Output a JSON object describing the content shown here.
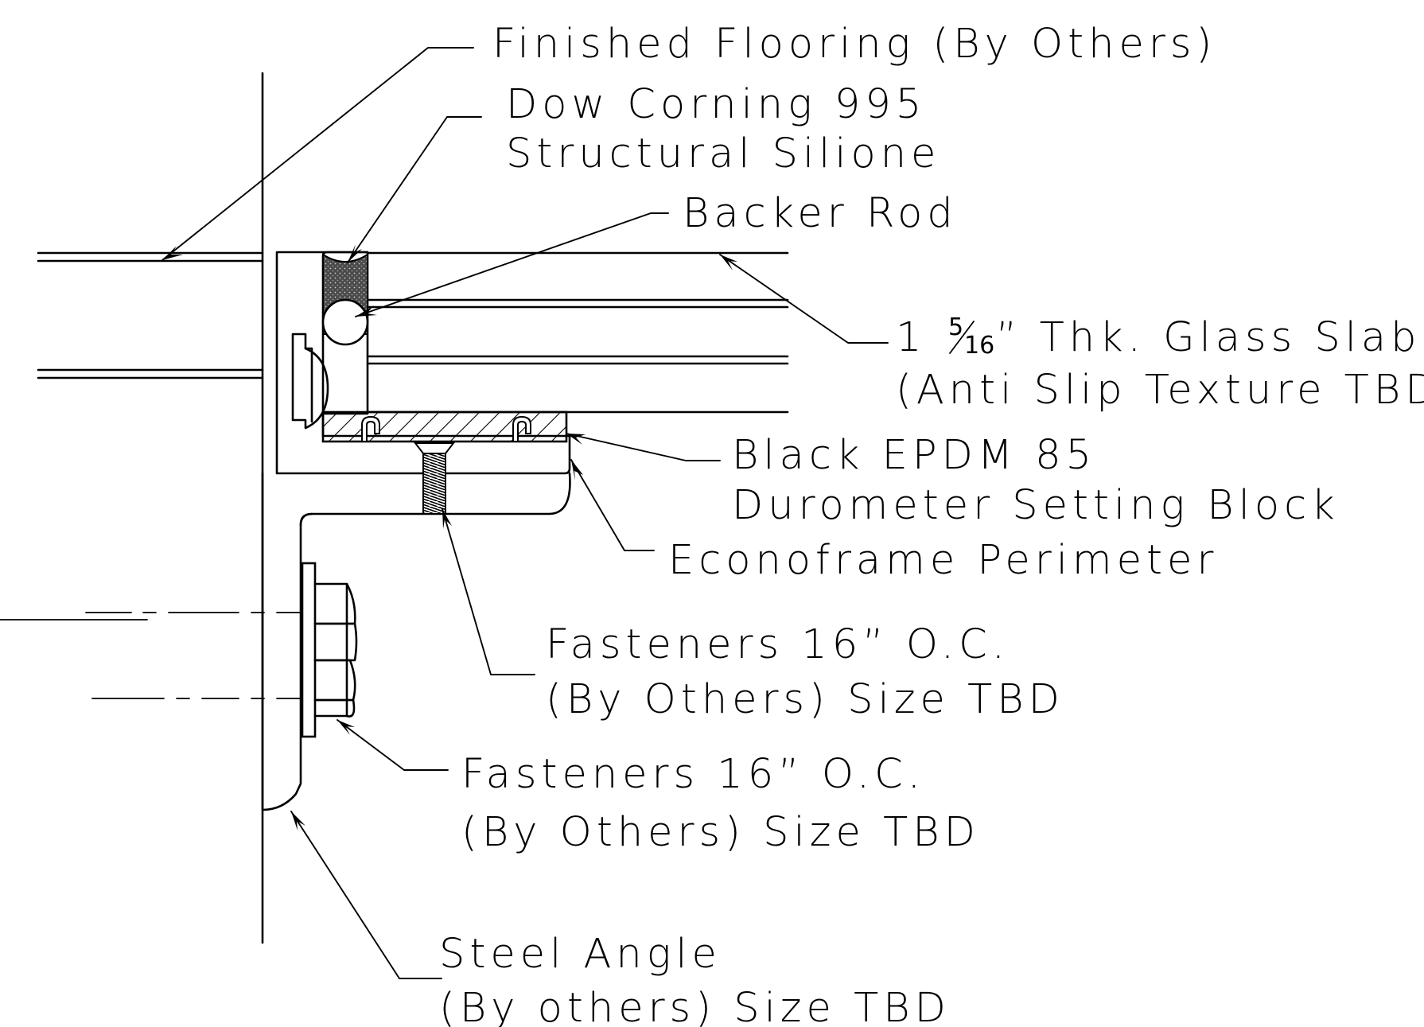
{
  "labels": {
    "finished_flooring": "Finished Flooring (By Others)",
    "silicone_line1": "Dow Corning 995",
    "silicone_line2": "Structural Silione",
    "backer_rod": "Backer Rod",
    "glass_prefix": "1",
    "glass_frac_num": "5",
    "glass_frac_den": "16",
    "glass_suffix": "” Thk. Glass Slab",
    "glass_line2": "(Anti Slip Texture TBD)",
    "setting_block_line1": "Black EPDM 85",
    "setting_block_line2": "Durometer Setting Block",
    "econoframe": "Econoframe Perimeter",
    "fasteners_top_line1": "Fasteners 16” O.C.",
    "fasteners_top_line2": "(By Others) Size TBD",
    "fasteners_bottom_line1": "Fasteners 16” O.C.",
    "fasteners_bottom_line2": "(By Others) Size TBD",
    "steel_angle_line1": "Steel Angle",
    "steel_angle_line2": "(By others) Size TBD"
  }
}
